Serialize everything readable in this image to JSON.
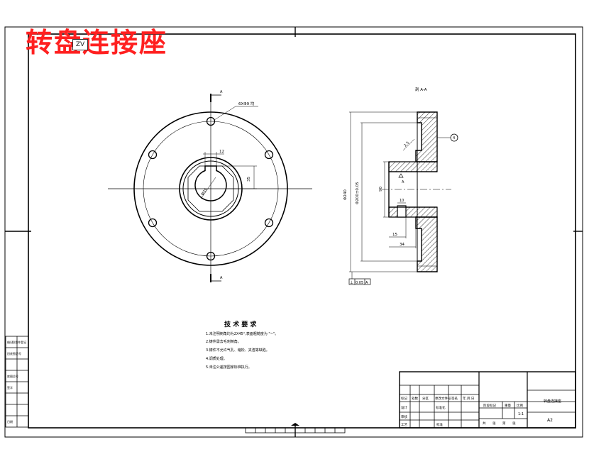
{
  "title": "转盘连接座",
  "stamp": "ZV",
  "section_label": "剖 A-A",
  "hole_callout": "6XΦ9 均",
  "datum_letter": "A",
  "form_tolerance": {
    "symbol": "⊥",
    "value": "0.05",
    "datum": "A"
  },
  "balloon": "4",
  "dims": {
    "key_width": "12",
    "key_depth": "35",
    "bore_dia": "Φ35",
    "outer_dia": "Φ240",
    "bolt_circle": "Φ200±0.05",
    "inner_dia": "90",
    "len_a": "15",
    "len_b": "34",
    "groove": "10",
    "chamfer": "2.5"
  },
  "tech": {
    "heading": "技 术 要 求",
    "items": [
      "1.未注明倒角均为2X45°,表面粗糙度为 \"~\"。",
      "2.铸件需去毛刺倒角。",
      "3.铸件不允许气孔、缩松、夹渣等缺陷。",
      "4.调质处理。",
      "5.未注公差按国家标准执行。"
    ]
  },
  "title_block": {
    "part_name": "转盘连接座",
    "scale_value": "1:1",
    "sheet_size": "A2",
    "row_headers": [
      "标记",
      "处数",
      "分区",
      "更改文件号",
      "签名",
      "年.月.日"
    ],
    "left_roles": [
      "设计",
      "审核",
      "工艺"
    ],
    "standardize": "标准化",
    "approve": "批准",
    "stage_mark": "阶段标记",
    "weight": "重量",
    "scale": "比例",
    "sheet_info": [
      "共",
      "张",
      "第",
      "张"
    ]
  },
  "side_table": [
    "借(通)用件登记",
    "旧底图总号",
    "底图总号",
    "签字",
    "日期"
  ]
}
